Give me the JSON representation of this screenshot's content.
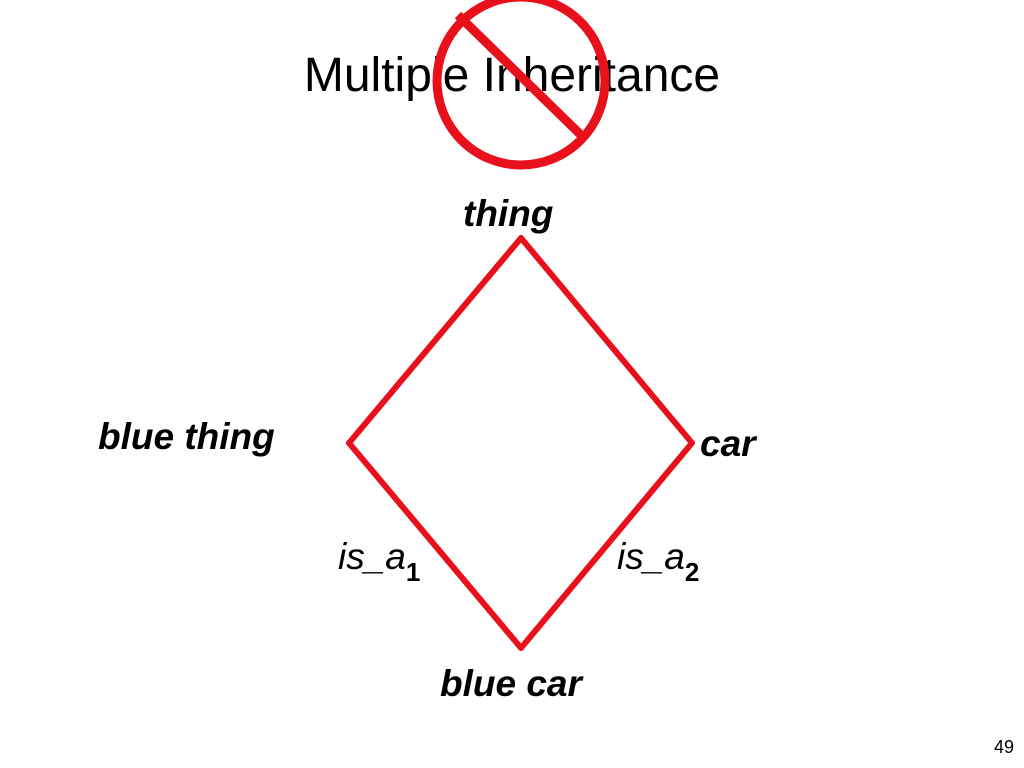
{
  "slide": {
    "title": "Multiple Inheritance",
    "page_number": "49"
  },
  "diagram": {
    "nodes": {
      "top": "thing",
      "left": "blue thing",
      "right": "car",
      "bottom": "blue car"
    },
    "edges": {
      "left_label": "is_a",
      "left_subscript": "1",
      "right_label": "is_a",
      "right_subscript": "2"
    },
    "colors": {
      "edge": "#e8101a",
      "prohibition_sign": "#e8101a",
      "text": "#000000"
    },
    "icons": [
      "prohibition-icon"
    ]
  }
}
